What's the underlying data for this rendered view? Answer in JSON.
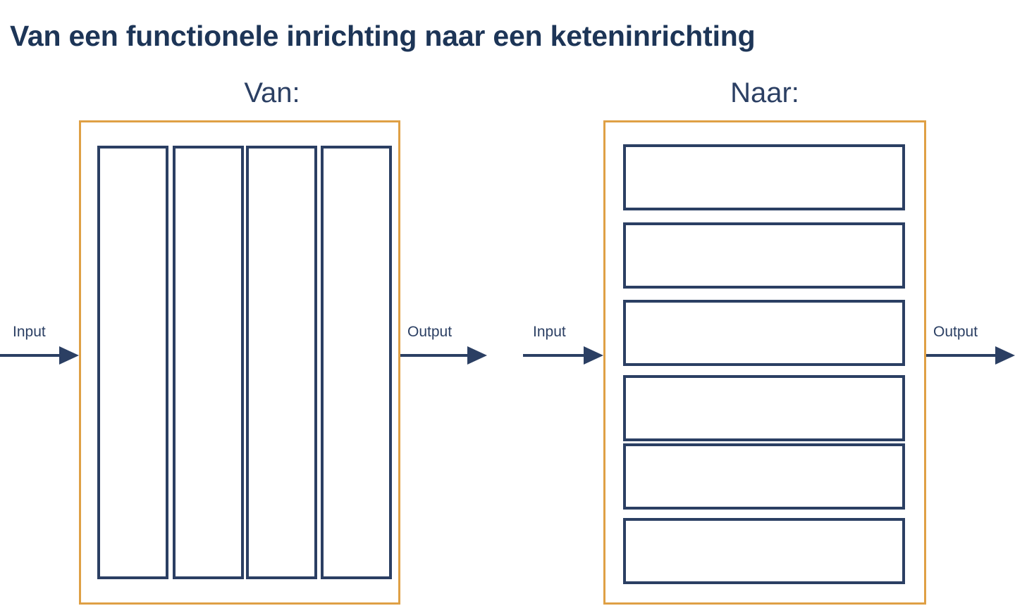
{
  "title": "Van een functionele inrichting naar een keteninrichting",
  "colors": {
    "title_navy": "#1d3557",
    "shape_navy": "#2b3f63",
    "frame_orange": "#dfa045",
    "background": "#ffffff"
  },
  "sections": {
    "left": {
      "heading": "Van:",
      "frame_name": "functional-organisation-frame",
      "silos": [
        {
          "label": ""
        },
        {
          "label": ""
        },
        {
          "label": ""
        },
        {
          "label": ""
        }
      ],
      "arrows": {
        "input_label": "Input",
        "output_label": "Output"
      }
    },
    "right": {
      "heading": "Naar:",
      "frame_name": "chain-organisation-frame",
      "chain_rows": [
        {
          "label": ""
        },
        {
          "label": ""
        },
        {
          "label": ""
        },
        {
          "label": ""
        },
        {
          "label": ""
        },
        {
          "label": ""
        }
      ],
      "arrows": {
        "input_label": "Input",
        "output_label": "Output"
      }
    }
  },
  "chart_data": {
    "type": "diagram",
    "title": "Van een functionele inrichting naar een keteninrichting",
    "panels": [
      {
        "heading": "Van:",
        "orientation": "vertical-silos",
        "element_count": 4,
        "input": "Input",
        "output": "Output"
      },
      {
        "heading": "Naar:",
        "orientation": "horizontal-chain",
        "element_count": 6,
        "input": "Input",
        "output": "Output"
      }
    ]
  }
}
